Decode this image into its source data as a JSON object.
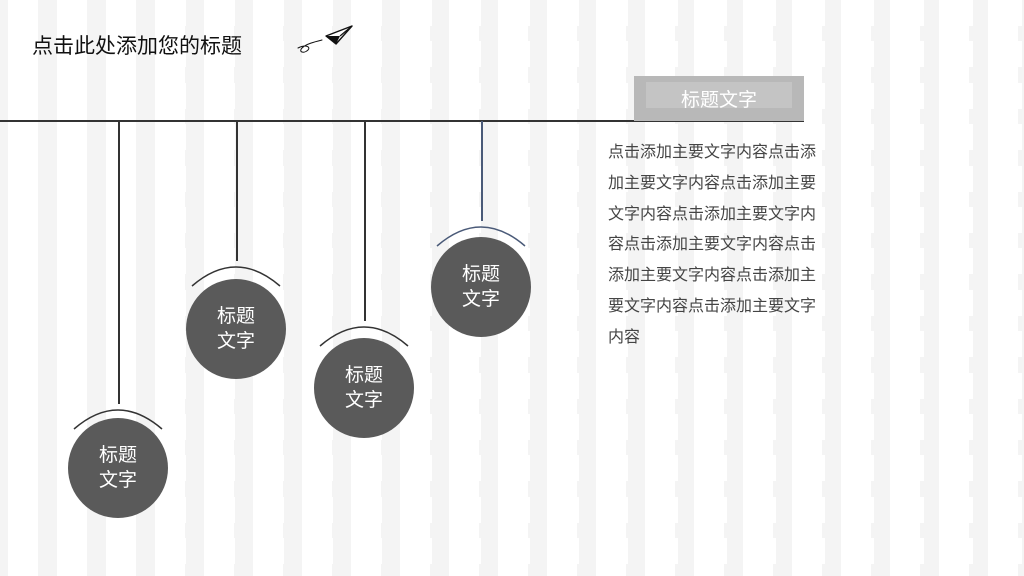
{
  "slide": {
    "title": "点击此处添加您的标题",
    "tag": "标题文字",
    "paragraph": "点击添加主要文字内容点击添加主要文字内容点击添加主要文字内容点击添加主要文字内容点击添加主要文字内容点击添加主要文字内容点击添加主要文字内容点击添加主要文字内容",
    "pendants": [
      {
        "line1": "标题",
        "line2": "文字"
      },
      {
        "line1": "标题",
        "line2": "文字"
      },
      {
        "line1": "标题",
        "line2": "文字"
      },
      {
        "line1": "标题",
        "line2": "文字"
      }
    ]
  },
  "colors": {
    "circle": "#5a5a5a",
    "tag": "#b8b8b8",
    "line": "#333333",
    "accent_string": "#4a5a78"
  },
  "icons": [
    "paper-plane-icon"
  ]
}
